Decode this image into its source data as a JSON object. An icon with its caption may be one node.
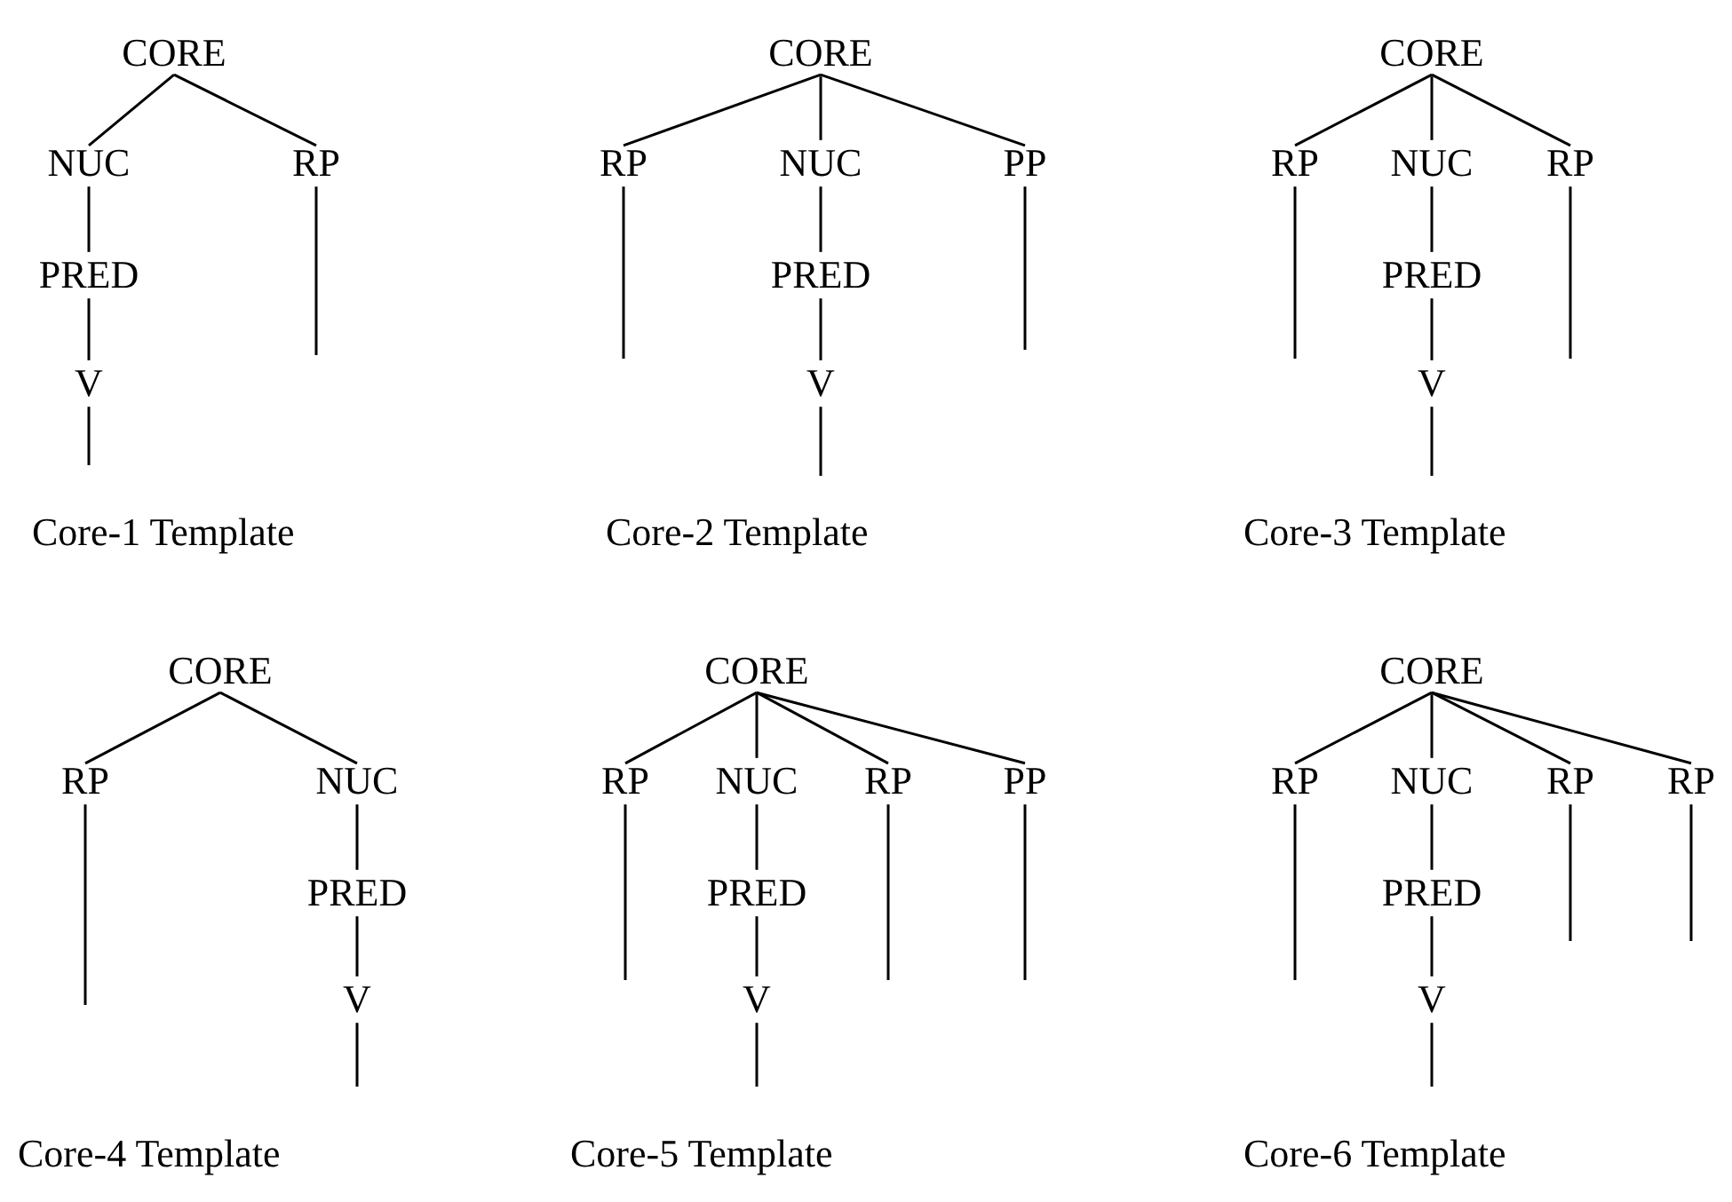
{
  "diagram": {
    "nodes": [
      {
        "text": [
          "CORE"
        ]
      },
      {
        "text": [
          "NUC"
        ]
      },
      {
        "text": [
          "RP"
        ]
      },
      {
        "text": [
          "PRED"
        ]
      },
      {
        "text": [
          "V"
        ]
      },
      {
        "text": [
          "CORE"
        ]
      },
      {
        "text": [
          "RP"
        ]
      },
      {
        "text": [
          "NUC"
        ]
      },
      {
        "text": [
          "PP"
        ]
      },
      {
        "text": [
          "PRED"
        ]
      },
      {
        "text": [
          "V"
        ]
      },
      {
        "text": [
          "CORE"
        ]
      },
      {
        "text": [
          "RP"
        ]
      },
      {
        "text": [
          "NUC"
        ]
      },
      {
        "text": [
          "RP"
        ]
      },
      {
        "text": [
          "PRED"
        ]
      },
      {
        "text": [
          "V"
        ]
      },
      {
        "text": [
          "CORE"
        ]
      },
      {
        "text": [
          "RP"
        ]
      },
      {
        "text": [
          "NUC"
        ]
      },
      {
        "text": [
          "PRED"
        ]
      },
      {
        "text": [
          "V"
        ]
      },
      {
        "text": [
          "CORE"
        ]
      },
      {
        "text": [
          "RP"
        ]
      },
      {
        "text": [
          "NUC"
        ]
      },
      {
        "text": [
          "RP"
        ]
      },
      {
        "text": [
          "PP"
        ]
      },
      {
        "text": [
          "PRED"
        ]
      },
      {
        "text": [
          "V"
        ]
      },
      {
        "text": [
          "CORE"
        ]
      },
      {
        "text": [
          "RP"
        ]
      },
      {
        "text": [
          "NUC"
        ]
      },
      {
        "text": [
          "RP"
        ]
      },
      {
        "text": [
          "RP"
        ]
      },
      {
        "text": [
          "PRED"
        ]
      },
      {
        "text": [
          "V"
        ]
      }
    ],
    "edges": [
      {
        "from": 0,
        "to": 1,
        "arrow": "none"
      },
      {
        "from": 0,
        "to": 2,
        "arrow": "none"
      },
      {
        "from": 1,
        "to": 3,
        "arrow": "none"
      },
      {
        "from": 3,
        "to": 4,
        "arrow": "none"
      },
      {
        "from": 4,
        "to": null,
        "arrow": "none"
      },
      {
        "from": 2,
        "to": null,
        "arrow": "none"
      },
      {
        "from": 5,
        "to": 6,
        "arrow": "none"
      },
      {
        "from": 5,
        "to": 7,
        "arrow": "none"
      },
      {
        "from": 5,
        "to": 8,
        "arrow": "none"
      },
      {
        "from": 7,
        "to": 9,
        "arrow": "none"
      },
      {
        "from": 9,
        "to": 10,
        "arrow": "none"
      },
      {
        "from": 10,
        "to": null,
        "arrow": "none"
      },
      {
        "from": 6,
        "to": null,
        "arrow": "none"
      },
      {
        "from": 8,
        "to": null,
        "arrow": "none"
      },
      {
        "from": 11,
        "to": 12,
        "arrow": "none"
      },
      {
        "from": 11,
        "to": 13,
        "arrow": "none"
      },
      {
        "from": 11,
        "to": 14,
        "arrow": "none"
      },
      {
        "from": 13,
        "to": 15,
        "arrow": "none"
      },
      {
        "from": 15,
        "to": 16,
        "arrow": "none"
      },
      {
        "from": 16,
        "to": null,
        "arrow": "none"
      },
      {
        "from": 12,
        "to": null,
        "arrow": "none"
      },
      {
        "from": 14,
        "to": null,
        "arrow": "none"
      },
      {
        "from": 17,
        "to": 18,
        "arrow": "none"
      },
      {
        "from": 17,
        "to": 19,
        "arrow": "none"
      },
      {
        "from": 19,
        "to": 20,
        "arrow": "none"
      },
      {
        "from": 20,
        "to": 21,
        "arrow": "none"
      },
      {
        "from": 21,
        "to": null,
        "arrow": "none"
      },
      {
        "from": 18,
        "to": null,
        "arrow": "none"
      },
      {
        "from": 22,
        "to": 23,
        "arrow": "none"
      },
      {
        "from": 22,
        "to": 24,
        "arrow": "none"
      },
      {
        "from": 22,
        "to": 25,
        "arrow": "none"
      },
      {
        "from": 22,
        "to": 26,
        "arrow": "none"
      },
      {
        "from": 24,
        "to": 27,
        "arrow": "none"
      },
      {
        "from": 27,
        "to": 28,
        "arrow": "none"
      },
      {
        "from": 28,
        "to": null,
        "arrow": "none"
      },
      {
        "from": 23,
        "to": null,
        "arrow": "none"
      },
      {
        "from": 25,
        "to": null,
        "arrow": "none"
      },
      {
        "from": 26,
        "to": null,
        "arrow": "none"
      },
      {
        "from": 29,
        "to": 30,
        "arrow": "none"
      },
      {
        "from": 29,
        "to": 31,
        "arrow": "none"
      },
      {
        "from": 29,
        "to": 32,
        "arrow": "none"
      },
      {
        "from": 29,
        "to": 33,
        "arrow": "none"
      },
      {
        "from": 31,
        "to": 34,
        "arrow": "none"
      },
      {
        "from": 34,
        "to": 35,
        "arrow": "none"
      },
      {
        "from": 35,
        "to": null,
        "arrow": "none"
      },
      {
        "from": 30,
        "to": null,
        "arrow": "none"
      },
      {
        "from": 32,
        "to": null,
        "arrow": "none"
      },
      {
        "from": 33,
        "to": null,
        "arrow": "none"
      }
    ],
    "labels": [
      "Core-1 Template",
      "Core-2 Template",
      "Core-3 Template",
      "Core-4 Template",
      "Core-5 Template",
      "Core-6 Template"
    ]
  }
}
